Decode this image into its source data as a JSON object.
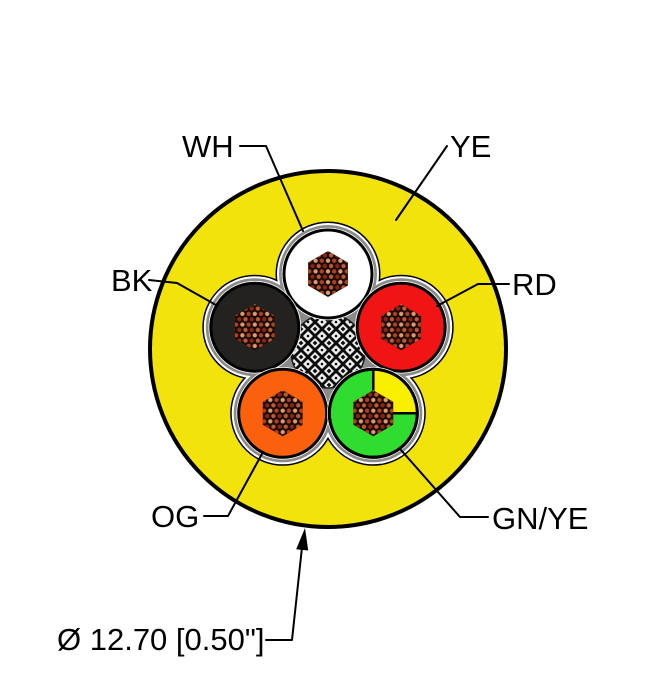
{
  "figure": {
    "type": "cable-cross-section",
    "labels": {
      "wh": "WH",
      "ye": "YE",
      "bk": "BK",
      "rd": "RD",
      "og": "OG",
      "gn_ye": "GN/YE",
      "diameter": "Ø 12.70 [0.50\"]"
    },
    "colors": {
      "jacket_yellow": "#F2E30D",
      "earth_wedge_yellow": "#F9F000",
      "inner_sheath_gray": "#8A8A8A",
      "conductor_white": "#FFFFFF",
      "conductor_black": "#232220",
      "conductor_red": "#F01414",
      "conductor_orange": "#FB600C",
      "conductor_green": "#2EDD2E",
      "copper_light": "#DD9A72",
      "copper_mid": "#C05A32",
      "copper_dark": "#8E2415",
      "copper_deep": "#B3401F",
      "outline": "#000000"
    }
  }
}
